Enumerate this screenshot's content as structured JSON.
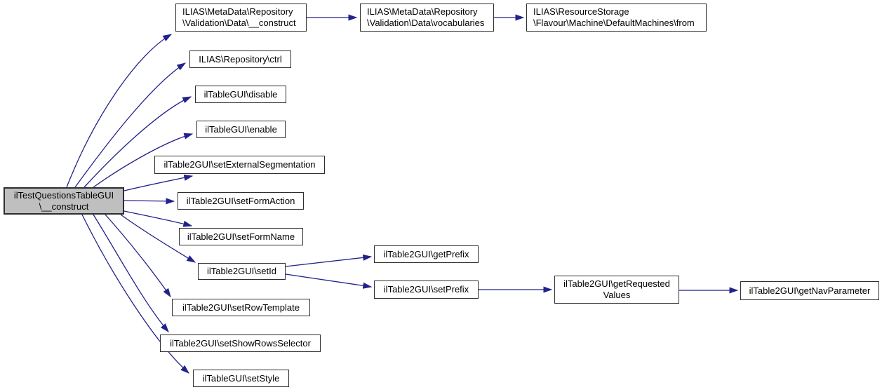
{
  "colors": {
    "edge_color": "#22228a",
    "node_border": "#2e2e2e",
    "node_fill": "#ffffff",
    "highlight_fill": "#bfbfbf",
    "background": "#ffffff"
  },
  "diagram_type": "doxygen-call-graph",
  "nodes": {
    "main": {
      "line1": "ilTestQuestionsTableGUI",
      "line2": "\\__construct"
    },
    "md_construct": {
      "line1": "ILIAS\\MetaData\\Repository",
      "line2": "\\Validation\\Data\\__construct"
    },
    "md_vocabularies": {
      "line1": "ILIAS\\MetaData\\Repository",
      "line2": "\\Validation\\Data\\vocabularies"
    },
    "rs_from": {
      "line1": "ILIAS\\ResourceStorage",
      "line2": "\\Flavour\\Machine\\DefaultMachines\\from"
    },
    "ctrl": {
      "label": "ILIAS\\Repository\\ctrl"
    },
    "disable": {
      "label": "ilTableGUI\\disable"
    },
    "enable": {
      "label": "ilTableGUI\\enable"
    },
    "set_external_segmentation": {
      "label": "ilTable2GUI\\setExternalSegmentation"
    },
    "set_form_action": {
      "label": "ilTable2GUI\\setFormAction"
    },
    "set_form_name": {
      "label": "ilTable2GUI\\setFormName"
    },
    "set_id": {
      "label": "ilTable2GUI\\setId"
    },
    "set_row_template": {
      "label": "ilTable2GUI\\setRowTemplate"
    },
    "set_show_rows_selector": {
      "label": "ilTable2GUI\\setShowRowsSelector"
    },
    "set_style": {
      "label": "ilTableGUI\\setStyle"
    },
    "get_prefix": {
      "label": "ilTable2GUI\\getPrefix"
    },
    "set_prefix": {
      "label": "ilTable2GUI\\setPrefix"
    },
    "get_requested_values": {
      "line1": "ilTable2GUI\\getRequested",
      "line2": "Values"
    },
    "get_nav_parameter": {
      "label": "ilTable2GUI\\getNavParameter"
    }
  },
  "edges": [
    {
      "from": "main",
      "to": "md_construct"
    },
    {
      "from": "main",
      "to": "ctrl"
    },
    {
      "from": "main",
      "to": "disable"
    },
    {
      "from": "main",
      "to": "enable"
    },
    {
      "from": "main",
      "to": "set_external_segmentation"
    },
    {
      "from": "main",
      "to": "set_form_action"
    },
    {
      "from": "main",
      "to": "set_form_name"
    },
    {
      "from": "main",
      "to": "set_id"
    },
    {
      "from": "main",
      "to": "set_row_template"
    },
    {
      "from": "main",
      "to": "set_show_rows_selector"
    },
    {
      "from": "main",
      "to": "set_style"
    },
    {
      "from": "md_construct",
      "to": "md_vocabularies"
    },
    {
      "from": "md_vocabularies",
      "to": "rs_from"
    },
    {
      "from": "set_id",
      "to": "get_prefix"
    },
    {
      "from": "set_id",
      "to": "set_prefix"
    },
    {
      "from": "set_prefix",
      "to": "get_requested_values"
    },
    {
      "from": "get_requested_values",
      "to": "get_nav_parameter"
    }
  ]
}
